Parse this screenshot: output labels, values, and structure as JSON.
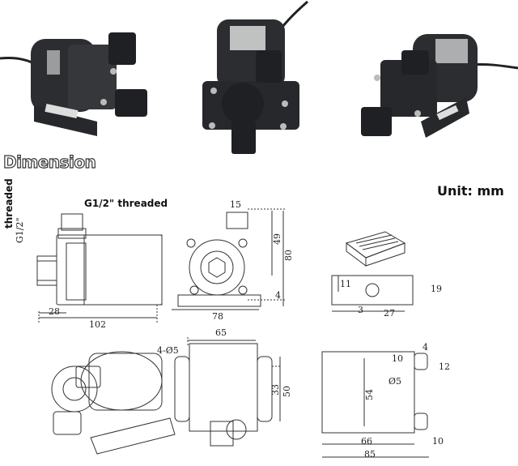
{
  "header": {
    "title": "Dimension",
    "unit": "Unit: mm"
  },
  "labels": {
    "thread_bold": "threaded",
    "thread_side": "G1/2\" threaded",
    "thread_top_prefix": "G1/2\"",
    "d15": "15",
    "d49": "49",
    "d80": "80",
    "d4a": "4",
    "d28": "28",
    "d102": "102",
    "d78": "78",
    "d11": "11",
    "d3": "3",
    "d27": "27",
    "d19": "19",
    "d65": "65",
    "d45": "4-Ø5",
    "d33": "33",
    "d50": "50",
    "d4b": "4",
    "d10": "10",
    "d12": "12",
    "d54": "54",
    "d5": "Ø5",
    "d66": "66",
    "d85": "85",
    "d10b": "10"
  },
  "colors": {
    "pump_body": "#2b2d30",
    "pump_cap": "#3a3c40",
    "line": "#444444"
  }
}
